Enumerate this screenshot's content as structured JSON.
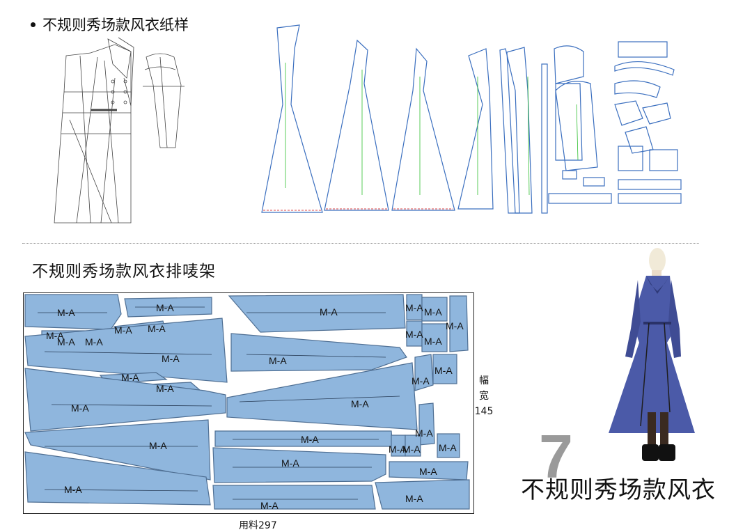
{
  "pattern_section": {
    "title": "不规则秀场款风衣纸样"
  },
  "marker_section": {
    "title": "不规则秀场款风衣排唛架",
    "piece_label": "M-A",
    "fabric_width_chars": [
      "幅",
      "宽"
    ],
    "fabric_width_value": "145",
    "fabric_usage": "用料297"
  },
  "collection": {
    "number": "7",
    "name": "不规则秀场款风衣"
  },
  "colors": {
    "piece_fill": "#8fb6dd",
    "piece_stroke": "#4f6f93",
    "coat": "#4b5aa8"
  }
}
